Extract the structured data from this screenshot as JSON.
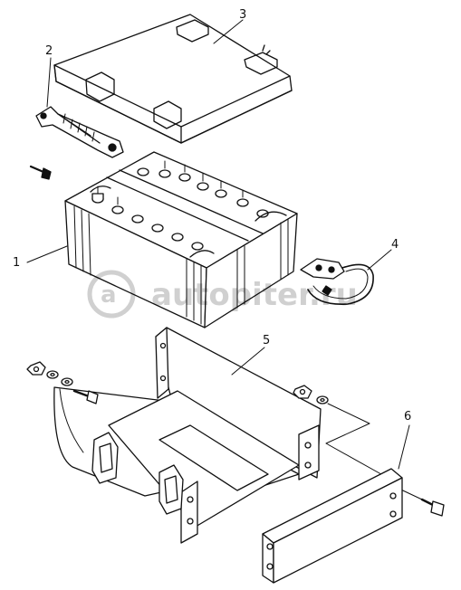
{
  "callouts": [
    "1",
    "2",
    "3",
    "4",
    "5",
    "6"
  ],
  "watermark": "autopiter.ru",
  "icons": [
    "battery",
    "battery-cover",
    "terminal-strap",
    "cable",
    "tray",
    "clamp-bar",
    "bolt",
    "nut",
    "washer"
  ]
}
